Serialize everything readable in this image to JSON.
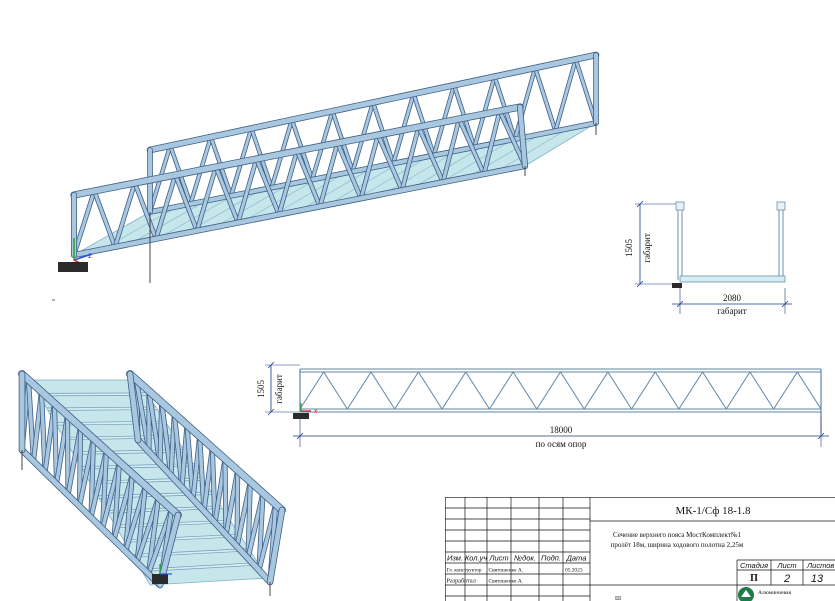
{
  "cross_section": {
    "height_value": "1505",
    "height_label": "габарит",
    "width_value": "2080",
    "width_label": "габарит"
  },
  "elevation": {
    "height_value": "1505",
    "height_label": "габарит",
    "span_value": "18000",
    "span_label": "по осям опор",
    "panels": 11
  },
  "title_block": {
    "code": "МК-1/Сф 18-1.8",
    "desc_line1": "Сечение верхнего пояса МостКомплект№1",
    "desc_line2": "пролёт 18м, ширина ходового полотна 2,25м",
    "headers": [
      "Изм.",
      "Кол.уч",
      "Лист",
      "№док.",
      "Подп.",
      "Дата"
    ],
    "row1_role": "Гл. конструктор",
    "row1_name": "Святошенко А.",
    "row1_date": "05.2023",
    "row2_role": "Разработал",
    "row2_name": "Святошенко А.",
    "stage_label": "Стадия",
    "sheet_label": "Лист",
    "sheets_label": "Листов",
    "stage_value": "П",
    "sheet_value": "2",
    "sheets_value": "13",
    "company": "Алюминиевая",
    "partial": "Ш"
  },
  "colors": {
    "steel_fill": "#a9c8e0",
    "steel_edge": "#3d5f86",
    "deck_fill": "#c6e6ec",
    "dim_line": "#1b3a88",
    "line": "#111111"
  }
}
